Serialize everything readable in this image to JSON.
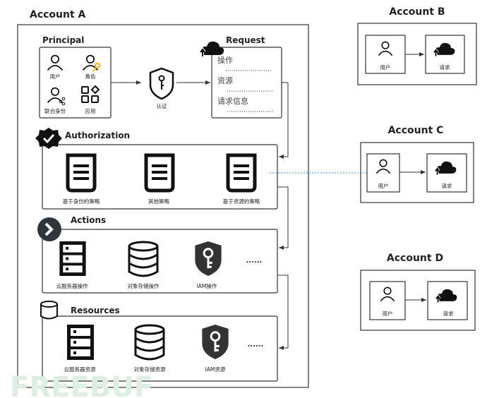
{
  "account_a": {
    "title": "Account A",
    "principal": {
      "title": "Principal",
      "items": [
        "用户",
        "角色",
        "联合身份",
        "应用"
      ]
    },
    "auth_label": "认证",
    "request": {
      "title": "Request",
      "fields": [
        "操作",
        "资源",
        "请求信息"
      ]
    },
    "authorization": {
      "title": "Authorization",
      "items": [
        "基于身份的策略",
        "其他策略",
        "基于资源的策略"
      ]
    },
    "actions": {
      "title": "Actions",
      "items": [
        "云服务器操作",
        "对象存储操作",
        "IAM操作"
      ],
      "more": "......"
    },
    "resources": {
      "title": "Resources",
      "items": [
        "云服务器资源",
        "对象存储资源",
        "IAM资源"
      ],
      "more": "......"
    }
  },
  "accounts": [
    {
      "title": "Account B",
      "user": "用户",
      "request": "请求"
    },
    {
      "title": "Account C",
      "user": "用户",
      "request": "请求"
    },
    {
      "title": "Account D",
      "user": "用户",
      "request": "请求"
    }
  ],
  "watermark": "FREEBUF",
  "colors": {
    "cross_account_link": "#3a8ee6",
    "role_key": "#f0b400",
    "watermark": "#dfeee2"
  }
}
